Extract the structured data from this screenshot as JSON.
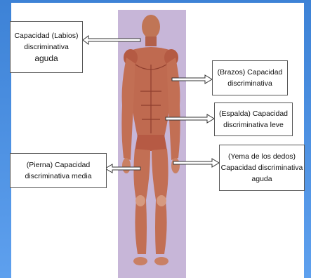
{
  "labels": {
    "labios": {
      "line1": "Capacidad (Labios)",
      "line2": "discriminativa",
      "line3": "aguda"
    },
    "brazos": {
      "line1": "(Brazos) Capacidad",
      "line2": "discriminativa"
    },
    "espalda": {
      "line1": "(Espalda) Capacidad",
      "line2": "discriminativa leve"
    },
    "yema": {
      "line1": "(Yema de los dedos)",
      "line2": "Capacidad discriminativa",
      "line3": "aguda"
    },
    "pierna": {
      "line1": "(Pierna) Capacidad",
      "line2": "discriminativa media"
    }
  },
  "colors": {
    "panel": "#c7b6d8",
    "skin": "#c87a5c",
    "muscle": "#b65a44",
    "frame": "#3d82d6"
  }
}
